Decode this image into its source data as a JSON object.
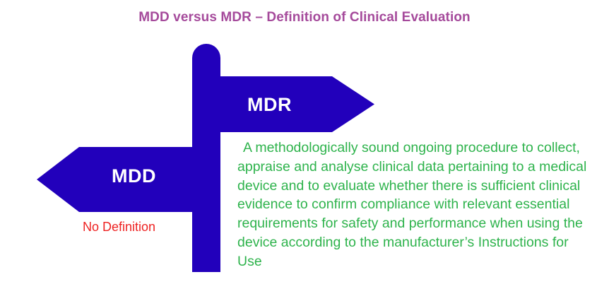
{
  "slide": {
    "title": "MDD versus MDR – Definition of Clinical Evaluation",
    "background_color": "#ffffff"
  },
  "colors": {
    "title_purple": "#a54a9b",
    "signpost_blue": "#2200bb",
    "label_white": "#ffffff",
    "no_definition_red": "#ee2222",
    "definition_green": "#2eb34c"
  },
  "diagram": {
    "type": "signpost",
    "post_color": "#2200bb",
    "arrows": [
      {
        "id": "mdr",
        "label": "MDR",
        "direction": "right",
        "color": "#2200bb",
        "label_color": "#ffffff"
      },
      {
        "id": "mdd",
        "label": "MDD",
        "direction": "left",
        "color": "#2200bb",
        "label_color": "#ffffff"
      }
    ]
  },
  "mdd": {
    "arrow_label": "MDD",
    "definition": "No Definition"
  },
  "mdr": {
    "arrow_label": "MDR",
    "definition": "A methodologically sound ongoing procedure to collect, appraise and analyse clinical data pertaining to a medical device and to evaluate whether there is sufficient clinical evidence to confirm compliance with relevant essential requirements for safety and performance when using the device according to the manufacturer’s Instructions for Use"
  }
}
